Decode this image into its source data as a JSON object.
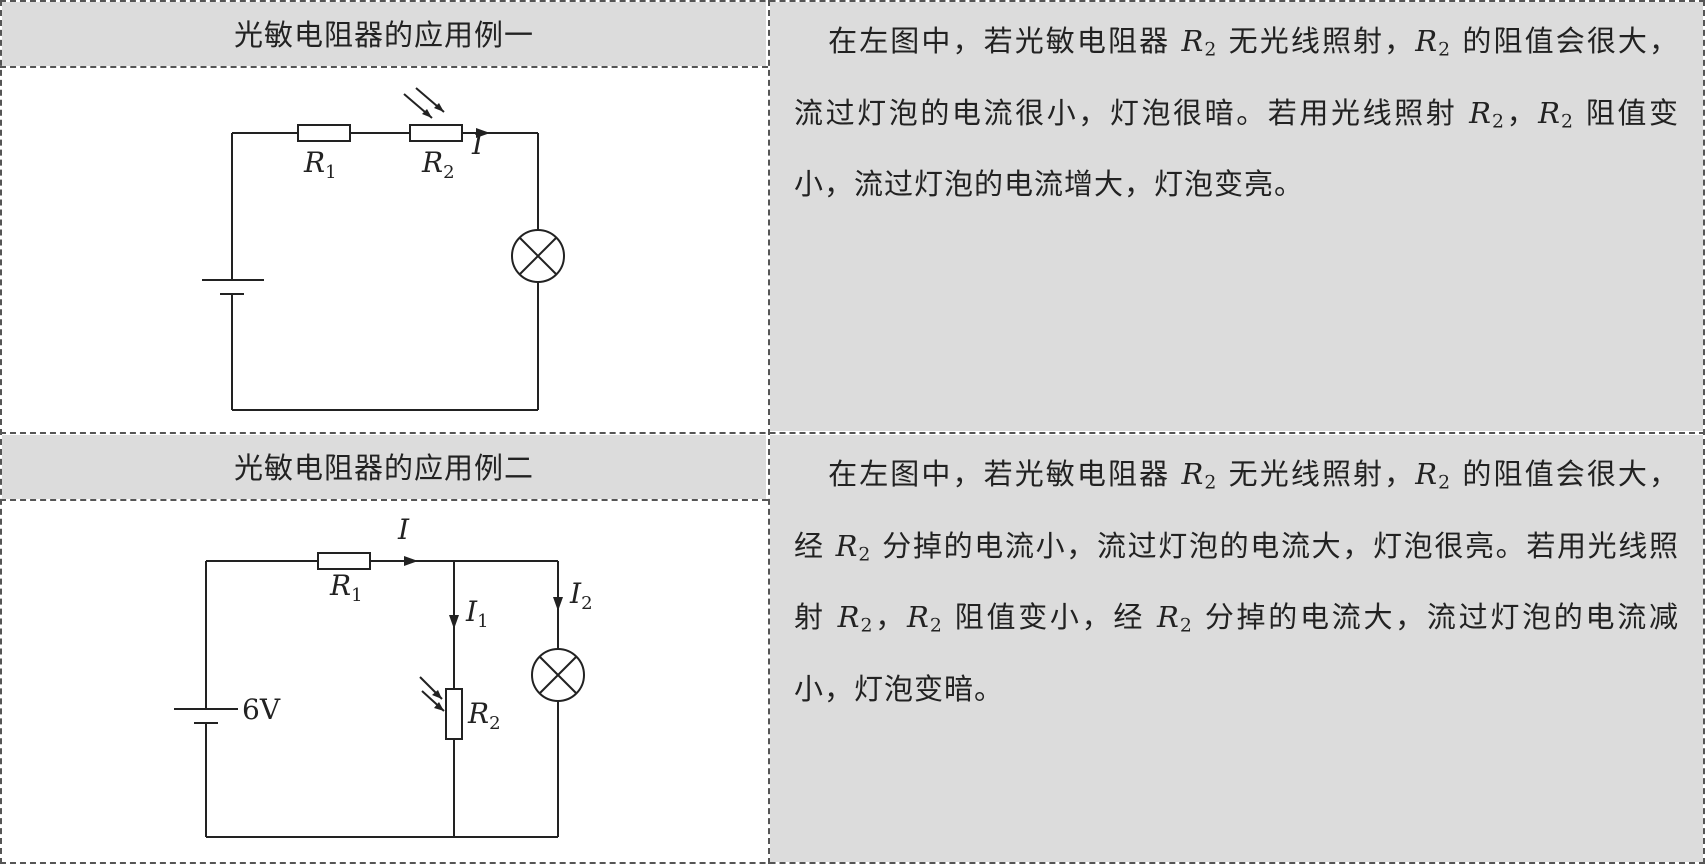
{
  "rows": [
    {
      "title": "光敏电阻器的应用例一",
      "figure": {
        "r1": "R",
        "r1_sub": "1",
        "r2": "R",
        "r2_sub": "2",
        "i": "I"
      },
      "paragraph": [
        {
          "t": "text",
          "v": "在左图中，若光敏电阻器 "
        },
        {
          "t": "var",
          "v": "R",
          "sub": "2"
        },
        {
          "t": "text",
          "v": " 无光线照射，"
        },
        {
          "t": "var",
          "v": "R",
          "sub": "2"
        },
        {
          "t": "text",
          "v": " 的阻值会很大，流过灯泡的电流很小，灯泡很暗。若用光线照射 "
        },
        {
          "t": "var",
          "v": "R",
          "sub": "2"
        },
        {
          "t": "text",
          "v": "，"
        },
        {
          "t": "var",
          "v": "R",
          "sub": "2"
        },
        {
          "t": "text",
          "v": " 阻值变小，流过灯泡的电流增大，灯泡变亮。"
        }
      ]
    },
    {
      "title": "光敏电阻器的应用例二",
      "figure": {
        "r1": "R",
        "r1_sub": "1",
        "r2": "R",
        "r2_sub": "2",
        "i": "I",
        "i1": "I",
        "i1_sub": "1",
        "i2": "I",
        "i2_sub": "2",
        "voltage": "6V"
      },
      "paragraph": [
        {
          "t": "text",
          "v": "在左图中，若光敏电阻器 "
        },
        {
          "t": "var",
          "v": "R",
          "sub": "2"
        },
        {
          "t": "text",
          "v": " 无光线照射，"
        },
        {
          "t": "var",
          "v": "R",
          "sub": "2"
        },
        {
          "t": "text",
          "v": " 的阻值会很大，经 "
        },
        {
          "t": "var",
          "v": "R",
          "sub": "2"
        },
        {
          "t": "text",
          "v": " 分掉的电流小，流过灯泡的电流大，灯泡很亮。若用光线照射 "
        },
        {
          "t": "var",
          "v": "R",
          "sub": "2"
        },
        {
          "t": "text",
          "v": "，"
        },
        {
          "t": "var",
          "v": "R",
          "sub": "2"
        },
        {
          "t": "text",
          "v": " 阻值变小，经 "
        },
        {
          "t": "var",
          "v": "R",
          "sub": "2"
        },
        {
          "t": "text",
          "v": " 分掉的电流大，流过灯泡的电流减小，灯泡变暗。"
        }
      ]
    }
  ]
}
